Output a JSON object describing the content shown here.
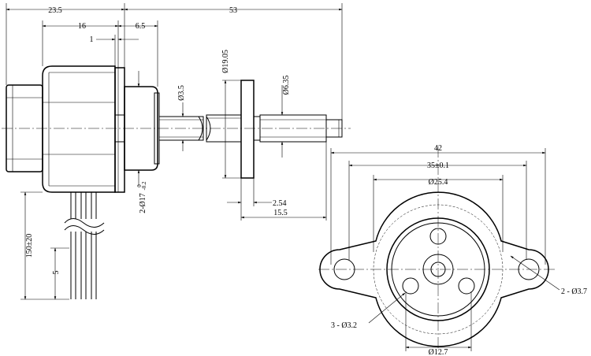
{
  "dimensions": {
    "d_23_5": "23.5",
    "d_53": "53",
    "d_16": "16",
    "d_6_5": "6.5",
    "d_1": "1",
    "d_19_05": "Ø19.05",
    "d_6_35": "Ø6.35",
    "d_3_5": "Ø3.5",
    "d_17": "2-Ø17",
    "d_17_tol_upper": "0",
    "d_17_tol_lower": "-0.2",
    "d_2_54": "2.54",
    "d_15_5": "15.5",
    "d_150": "150±20",
    "d_5": "5",
    "d_42": "42",
    "d_35": "35±0.1",
    "d_25_4": "Ø25.4",
    "d_12_7": "Ø12.7",
    "d_3_7": "2 - Ø3.7",
    "d_3_2": "3 - Ø3.2"
  }
}
